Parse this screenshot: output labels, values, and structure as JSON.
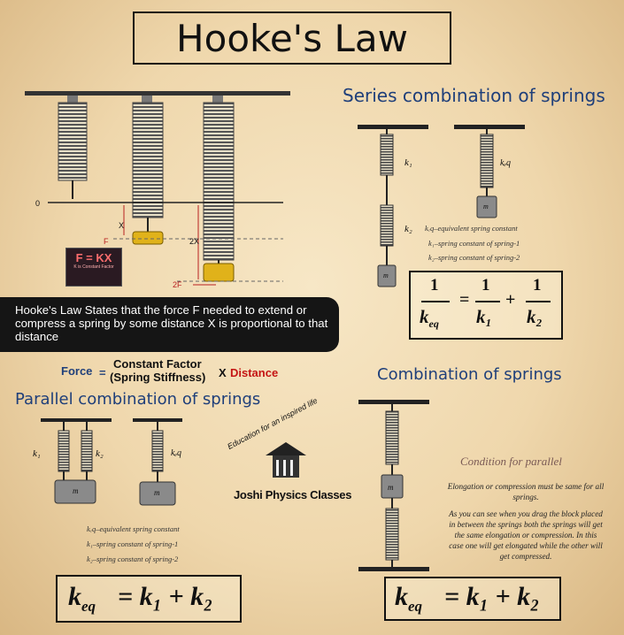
{
  "title": "Hooke's Law",
  "sections": {
    "series": "Series combination of springs",
    "parallel": "Parallel combination of springs",
    "combination": "Combination of springs"
  },
  "hookes": {
    "statement": "Hooke's Law States that the force F needed to extend or compress a spring by some distance X is proportional to that distance",
    "fkx": "F = KX",
    "fkx_note": "K is Constant Factor",
    "labels": {
      "zero": "0",
      "f": "F",
      "x": "X",
      "two_x": "2X",
      "two_f": "2F"
    }
  },
  "formula": {
    "force": "Force",
    "equals": "=",
    "constant_factor": "Constant Factor",
    "stiffness": "(Spring Stiffness)",
    "times": "X",
    "distance": "Distance"
  },
  "series": {
    "k1": "k₁",
    "k2": "k₂",
    "keq": "kₑq",
    "mass": "m",
    "notes": [
      "kₑq–equivalent spring constant",
      "k₁–spring constant of spring-1",
      "k₂–spring constant of spring-2"
    ],
    "formula": {
      "num": "1",
      "keq": "k",
      "keq_sub": "eq",
      "k1": "k₁",
      "k2": "k₂",
      "eq": "=",
      "plus": "+"
    }
  },
  "parallel": {
    "k1": "k₁",
    "k2": "k₂",
    "keq": "kₑq",
    "mass": "m",
    "notes": [
      "kₑq–equivalent spring constant",
      "k₁–spring constant of spring-1",
      "k₂–spring constant of spring-2"
    ],
    "formula": "= k₁ + k₂"
  },
  "logo": {
    "arc": "Education for an inspired life",
    "name": "Joshi Physics Classes"
  },
  "combination": {
    "mass": "m",
    "condition_title": "Condition for parallel",
    "condition_1": "Elongation or compression must be same for all springs.",
    "condition_2": "As you can see when you drag the block placed in between the springs both the springs will get the same elongation or compression. In this case one will get elongated while the other will get compressed.",
    "formula": "= k₁ + k₂"
  },
  "colors": {
    "accent": "#1f3f7a",
    "red": "#c41414",
    "mass_yellow": "#e0b21a"
  }
}
